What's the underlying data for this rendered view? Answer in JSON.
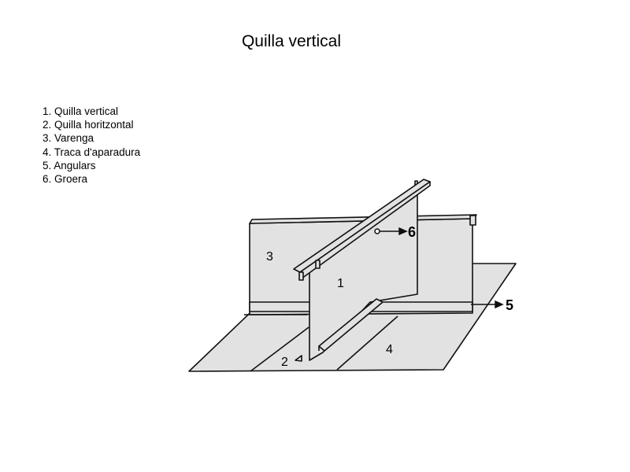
{
  "title": "Quilla vertical",
  "legend": [
    "1. Quilla vertical",
    "2. Quilla horitzontal",
    "3. Varenga",
    "4. Traca d'aparadura",
    "5. Angulars",
    "6. Groera"
  ],
  "diagram_labels": {
    "vertical_keel": "1",
    "horizontal_keel": "2",
    "floor": "3",
    "garboard_strake": "4",
    "angles": "5",
    "frame": "6"
  },
  "colors": {
    "fill": "#e2e2e2",
    "stroke": "#111111"
  }
}
